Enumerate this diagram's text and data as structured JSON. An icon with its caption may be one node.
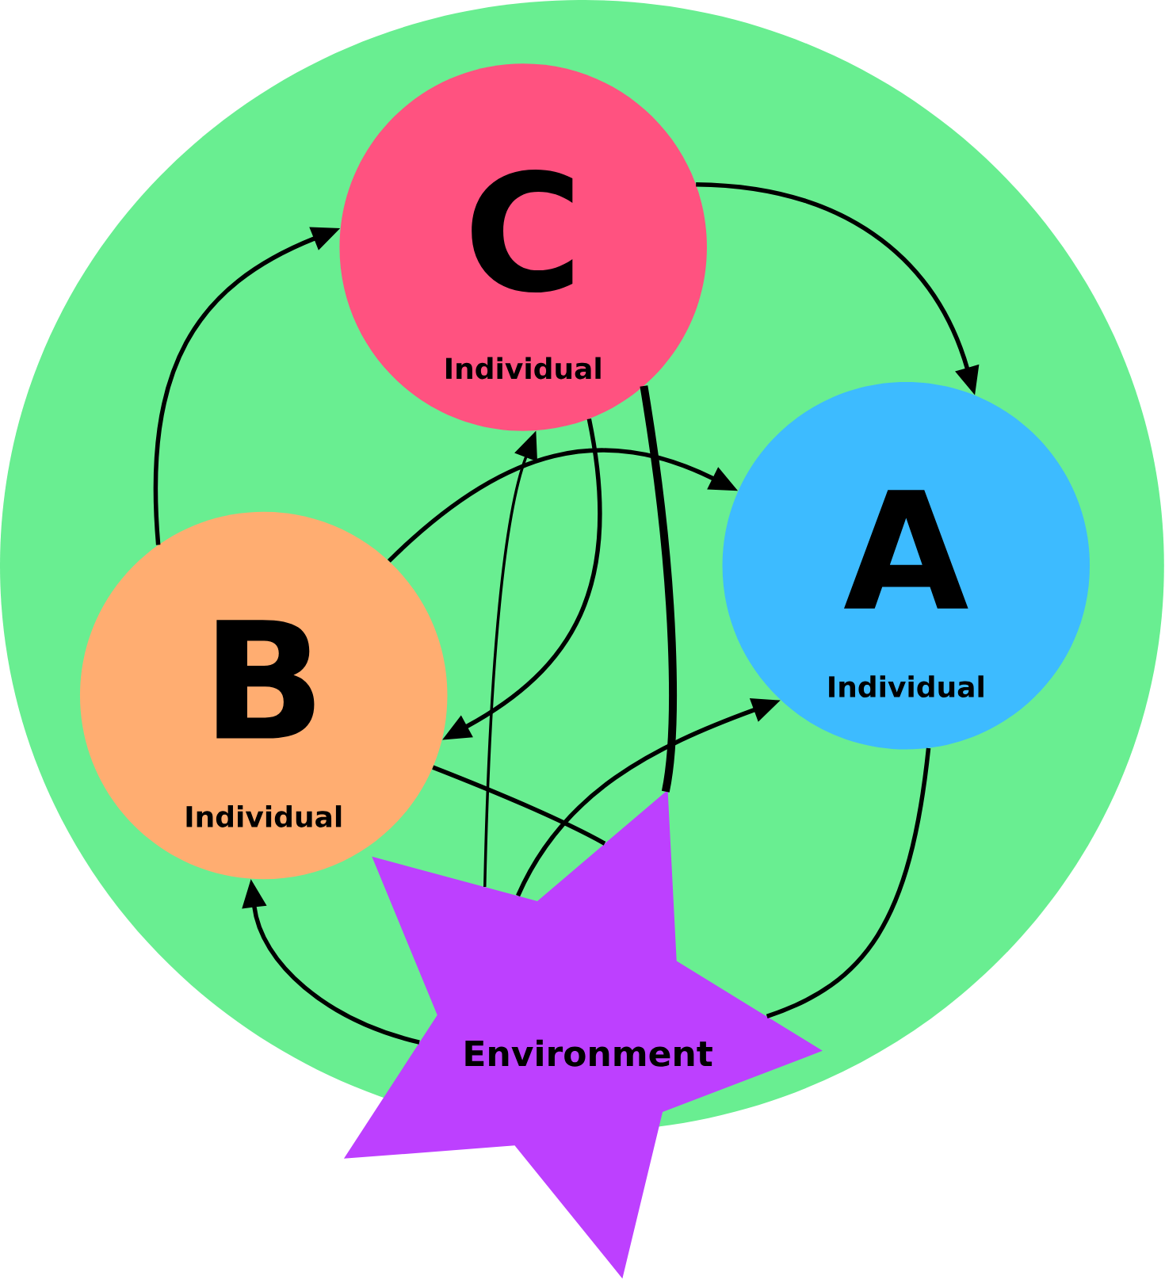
{
  "diagram": {
    "nodes": [
      {
        "text": [
          "C",
          "Individual"
        ]
      },
      {
        "text": [
          "A",
          "Individual"
        ]
      },
      {
        "text": [
          "B",
          "Individual"
        ]
      },
      {
        "text": [
          "Environment"
        ]
      }
    ],
    "edges": [
      {
        "from": 0,
        "to": 1,
        "arrow": "to"
      },
      {
        "from": 2,
        "to": 0,
        "arrow": "to"
      },
      {
        "from": 2,
        "to": 1,
        "arrow": "to"
      },
      {
        "from": 0,
        "to": 2,
        "arrow": "to"
      },
      {
        "from": 3,
        "to": 0,
        "arrow": "to"
      },
      {
        "from": 0,
        "to": 3,
        "arrow": "none",
        "style": "thick"
      },
      {
        "from": 3,
        "to": 1,
        "arrow": "to"
      },
      {
        "from": 2,
        "to": 3,
        "arrow": "none"
      },
      {
        "from": 1,
        "to": 3,
        "arrow": "none"
      },
      {
        "from": 3,
        "to": 2,
        "arrow": "to"
      }
    ]
  }
}
